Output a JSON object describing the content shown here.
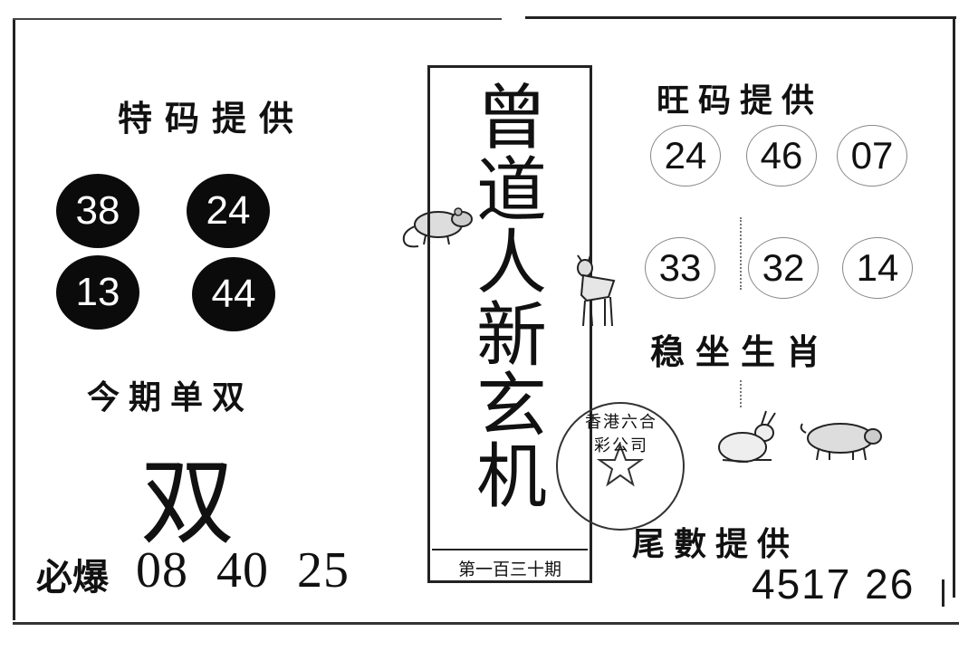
{
  "left": {
    "tema_heading": "特码提供",
    "tema_numbers": [
      "38",
      "24",
      "13",
      "44"
    ],
    "danshuang_heading": "今期单双",
    "danshuang_value": "双",
    "bibao_label": "必爆",
    "bibao_numbers": [
      "08",
      "40",
      "25"
    ]
  },
  "center": {
    "title_chars": [
      "曾",
      "道",
      "人",
      "新",
      "玄",
      "机"
    ],
    "period": "第一百三十期",
    "seal_text": "香港六合彩公司"
  },
  "right": {
    "wangma_heading": "旺码提供",
    "wangma_numbers": [
      "24",
      "46",
      "07",
      "33",
      "32",
      "14"
    ],
    "wenzuo_heading": "稳坐生肖",
    "weishu_heading": "尾數提供",
    "weishu_numbers": "4517 26"
  }
}
